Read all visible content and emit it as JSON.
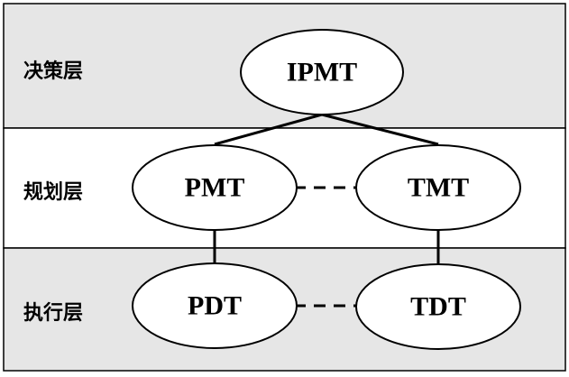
{
  "colors": {
    "band_shaded": "#e6e6e6",
    "band_plain": "#ffffff",
    "border": "#000000",
    "node_fill": "#ffffff"
  },
  "layers": [
    {
      "label": "决策层",
      "shade": true
    },
    {
      "label": "规划层",
      "shade": false
    },
    {
      "label": "执行层",
      "shade": true
    }
  ],
  "nodes": {
    "ipmt": "IPMT",
    "pmt": "PMT",
    "tmt": "TMT",
    "pdt": "PDT",
    "tdt": "TDT"
  },
  "edges": [
    {
      "from": "ipmt",
      "to": "pmt",
      "style": "solid"
    },
    {
      "from": "ipmt",
      "to": "tmt",
      "style": "solid"
    },
    {
      "from": "pmt",
      "to": "tmt",
      "style": "dashed"
    },
    {
      "from": "pmt",
      "to": "pdt",
      "style": "solid"
    },
    {
      "from": "tmt",
      "to": "tdt",
      "style": "solid"
    },
    {
      "from": "pdt",
      "to": "tdt",
      "style": "dashed"
    }
  ]
}
